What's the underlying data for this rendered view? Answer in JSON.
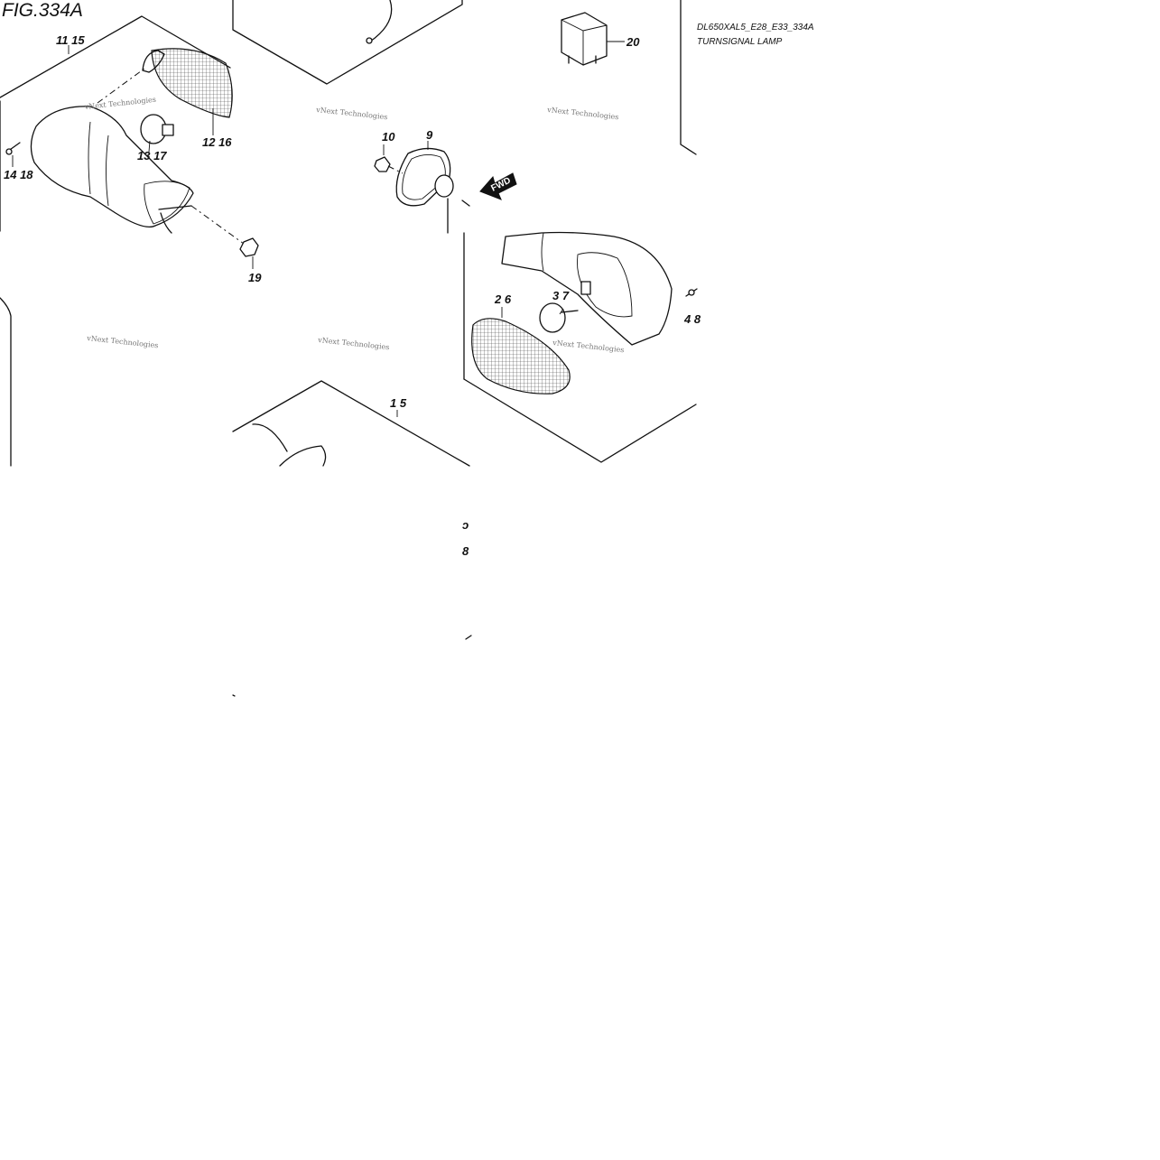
{
  "figure": {
    "title": "FIG.334A"
  },
  "header": {
    "code": "DL650XAL5_E28_E33_334A",
    "name": "TURNSIGNAL LAMP"
  },
  "watermark": "vNext Technologies",
  "fwd_label": "FWD",
  "callouts": {
    "c1": "11 15",
    "c2": "12 16",
    "c3": "13 17",
    "c4": "14 18",
    "c5": "19",
    "c6": "10",
    "c7": "9",
    "c8": "20",
    "c9": "2 6",
    "c10": "3 7",
    "c11": "4 8",
    "c12": "1 5"
  },
  "fragments": {
    "f1": "ͻ",
    "f2": "8"
  }
}
